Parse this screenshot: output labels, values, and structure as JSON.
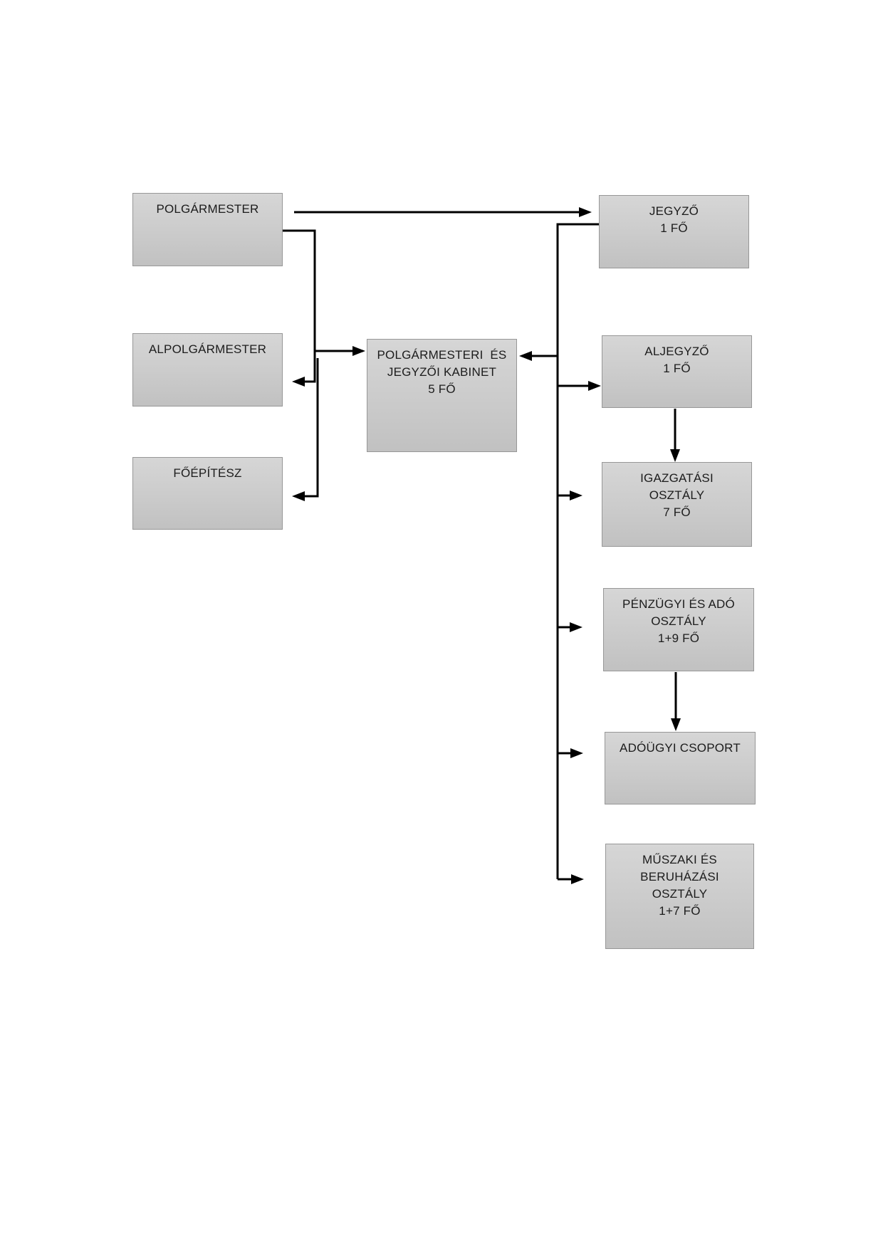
{
  "document": {
    "kind": "organizational-chart",
    "language": "hu",
    "background": "#ffffff"
  },
  "colors": {
    "box_fill_top": "#d6d6d6",
    "box_fill_bottom": "#c1c1c1",
    "box_border": "#979797",
    "text": "#1c1c1c",
    "connector": "#000000"
  },
  "nodes": {
    "polgarmester": {
      "lines": [
        "POLGÁRMESTER"
      ]
    },
    "alpolgarmester": {
      "lines": [
        "ALPOLGÁRMESTER"
      ]
    },
    "foepitesz": {
      "lines": [
        "FŐÉPÍTÉSZ"
      ]
    },
    "kabinet": {
      "lines": [
        "POLGÁRMESTERI  ÉS",
        "JEGYZŐI KABINET",
        "5 FŐ"
      ]
    },
    "jegyzo": {
      "lines": [
        "JEGYZŐ",
        "1 FŐ"
      ]
    },
    "aljegyzo": {
      "lines": [
        "ALJEGYZŐ",
        "1 FŐ"
      ]
    },
    "igazgatasi": {
      "lines": [
        "IGAZGATÁSI",
        "OSZTÁLY",
        "7 FŐ"
      ]
    },
    "penzugyi": {
      "lines": [
        "PÉNZÜGYI ÉS ADÓ",
        "OSZTÁLY",
        "1+9 FŐ"
      ]
    },
    "adougyi": {
      "lines": [
        "ADÓÜGYI CSOPORT"
      ]
    },
    "muszaki": {
      "lines": [
        "MŰSZAKI ÉS",
        "BERUHÁZÁSI",
        "OSZTÁLY",
        "1+7 FŐ"
      ]
    }
  }
}
